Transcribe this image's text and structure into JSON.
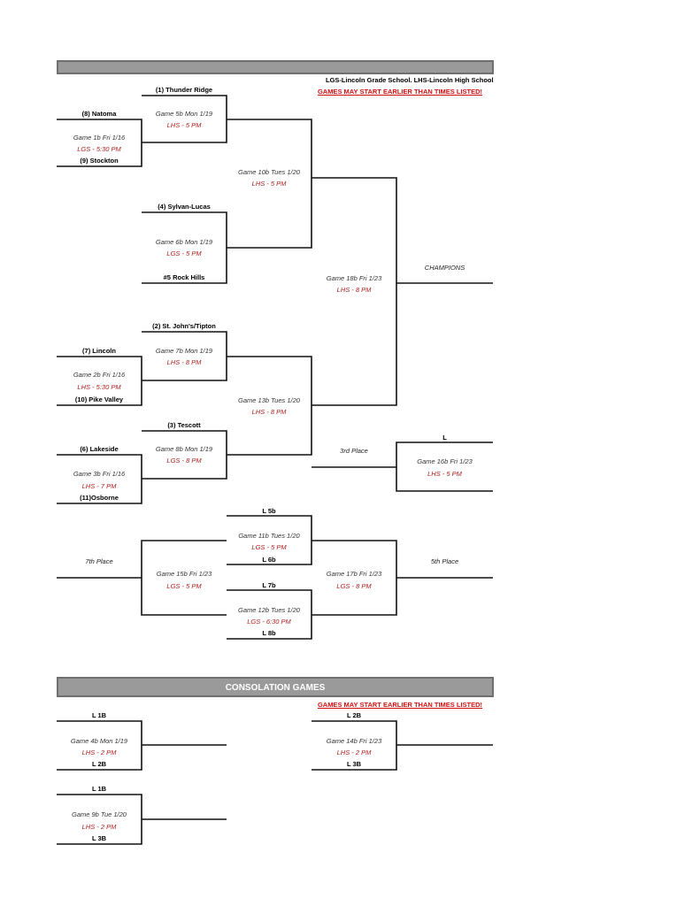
{
  "header": {
    "legend": "LGS-Lincoln Grade School. LHS-Lincoln High School",
    "warning": "GAMES MAY START EARLIER THAN TIMES LISTED!"
  },
  "teams": {
    "thunder_ridge": "(1) Thunder Ridge",
    "natoma": "(8) Natoma",
    "stockton": "(9) Stockton",
    "sylvan_lucas": "(4) Sylvan-Lucas",
    "rock_hills": "#5 Rock Hills",
    "st_johns": "(2) St. John's/Tipton",
    "lincoln": "(7) Lincoln",
    "pike_valley": "(10) Pike Valley",
    "tescott": "(3) Tescott",
    "lakeside": "(6) Lakeside",
    "osborne": "(11)Osborne"
  },
  "games": {
    "g1": {
      "name": "Game 1b Fri 1/16",
      "time": "LGS - 5:30 PM"
    },
    "g2": {
      "name": "Game 2b Fri 1/16",
      "time": "LHS - 5:30 PM"
    },
    "g3": {
      "name": "Game 3b Fri 1/16",
      "time": "LHS - 7 PM"
    },
    "g5": {
      "name": "Game 5b Mon 1/19",
      "time": "LHS - 5 PM"
    },
    "g6": {
      "name": "Game 6b Mon 1/19",
      "time": "LGS - 5 PM"
    },
    "g7": {
      "name": "Game 7b Mon 1/19",
      "time": "LHS - 8 PM"
    },
    "g8": {
      "name": "Game 8b Mon 1/19",
      "time": "LGS - 8 PM"
    },
    "g10": {
      "name": "Game 10b Tues 1/20",
      "time": "LHS - 5 PM"
    },
    "g13": {
      "name": "Game 13b Tues 1/20",
      "time": "LHS - 8 PM"
    },
    "g18": {
      "name": "Game 18b Fri 1/23",
      "time": "LHS - 8 PM"
    },
    "g16": {
      "name": "Game 16b Fri 1/23",
      "time": "LHS - 5 PM"
    },
    "g11": {
      "name": "Game 11b Tues 1/20",
      "time": "LGS - 5 PM"
    },
    "g12": {
      "name": "Game 12b Tues 1/20",
      "time": "LGS - 6:30 PM"
    },
    "g15": {
      "name": "Game 15b Fri 1/23",
      "time": "LGS - 5 PM"
    },
    "g17": {
      "name": "Game 17b Fri 1/23",
      "time": "LGS - 8 PM"
    },
    "g4": {
      "name": "Game 4b Mon 1/19",
      "time": "LHS - 2 PM"
    },
    "g14": {
      "name": "Game 14b Fri 1/23",
      "time": "LHS - 2 PM"
    },
    "g9": {
      "name": "Game 9b Tue 1/20",
      "time": "LHS - 2 PM"
    }
  },
  "places": {
    "champions": "CHAMPIONS",
    "third": "3rd Place",
    "fifth": "5th Place",
    "seventh": "7th Place"
  },
  "losers": {
    "l_third": "L",
    "l5b": "L 5b",
    "l6b": "L 6b",
    "l7b": "L 7b",
    "l8b": "L 8b",
    "c_l1b_a": "L 1B",
    "c_l2b_a": "L 2B",
    "c_l1b_b": "L 1B",
    "c_l3b_b": "L 3B",
    "c_l2b_c": "L 2B",
    "c_l3b_c": "L 3B"
  },
  "consolation": {
    "title": "CONSOLATION GAMES",
    "warning": "GAMES MAY START EARLIER THAN TIMES LISTED!"
  }
}
